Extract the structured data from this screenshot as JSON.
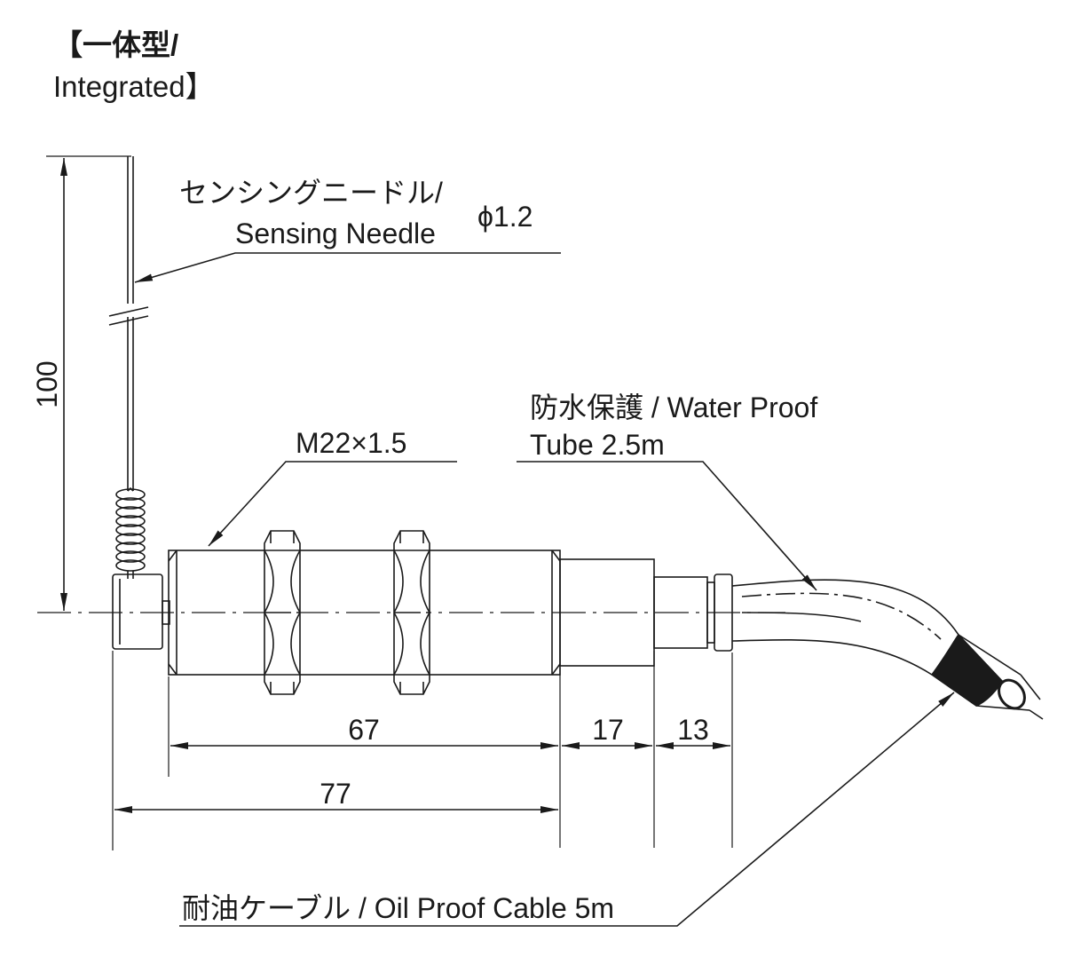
{
  "title": {
    "line1": "【一体型/",
    "line2": "Integrated】"
  },
  "labels": {
    "needle_jp": "センシングニードル/",
    "needle_en": "Sensing Needle",
    "needle_dia": "ϕ1.2",
    "thread": "M22×1.5",
    "tube_line1": "防水保護 / Water Proof",
    "tube_line2": "Tube 2.5m",
    "cable": "耐油ケーブル / Oil Proof Cable 5m"
  },
  "dimensions": {
    "needle_length": "100",
    "body_thread": "67",
    "body_total": "77",
    "rear_section": "17",
    "fitting": "13"
  },
  "colors": {
    "line": "#1a1a1a",
    "background": "#ffffff"
  }
}
